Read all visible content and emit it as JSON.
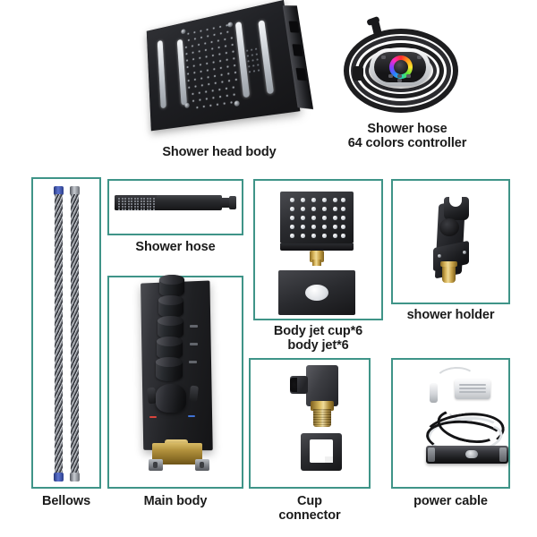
{
  "page": {
    "title": "Shower System Parts Diagram",
    "background_color": "#ffffff",
    "box_border_color": "#3f9488",
    "label_color": "#1b1b1b"
  },
  "parts": [
    {
      "id": "shower-head-body",
      "label": "Shower head body",
      "boxed": false,
      "icon": "shower-head-panel-icon",
      "colors": {
        "body": "#1f2023",
        "light_strip": "#e6e9ec",
        "nozzle": "#9aa0a8"
      },
      "detail": {
        "light_bars": 4,
        "nozzle_rows": 13,
        "nozzle_cols": 13,
        "corner_screws": 4
      }
    },
    {
      "id": "shower-hose-controller",
      "label": "Shower hose\n64 colors controller",
      "boxed": false,
      "icon": "coiled-hose-rgb-remote-icon",
      "colors": {
        "hose": "#1d1d1f",
        "remote_shell": "#e3e5e8",
        "remote_face": "#202124"
      },
      "detail": {
        "coil_loops": 4,
        "color_wheel": true,
        "buttons": 6
      }
    },
    {
      "id": "bellows",
      "label": "Bellows",
      "boxed": true,
      "icon": "braided-flex-hose-icon",
      "colors": {
        "braid": "#c9ccd1",
        "cap_hot": "#3d51a8",
        "cap_cold": "#9aa0a7"
      },
      "detail": {
        "count": 2
      }
    },
    {
      "id": "shower-hose-wand",
      "label": "Shower hose",
      "boxed": true,
      "icon": "handheld-shower-wand-icon",
      "colors": {
        "body": "#26272b",
        "nozzle": "#7d8188"
      },
      "detail": {
        "nozzle_rows": 5,
        "nozzle_cols": 12
      }
    },
    {
      "id": "body-jet",
      "label": "Body jet cup*6\nbody jet*6",
      "boxed": true,
      "icon": "square-body-jet-icon",
      "colors": {
        "face": "#2c2d31",
        "nozzle": "#ffffff",
        "stem": "#c8a349"
      },
      "detail": {
        "jet_rows": 5,
        "jet_cols": 6,
        "cup_hole": true,
        "quantity": 6
      }
    },
    {
      "id": "shower-holder",
      "label": "shower holder",
      "boxed": true,
      "icon": "wall-shower-holder-icon",
      "colors": {
        "bracket": "#202125",
        "outlet": "#c8a349"
      },
      "detail": {
        "screws": 2,
        "cradle": "u-shaped"
      }
    },
    {
      "id": "main-body",
      "label": "Main body",
      "boxed": true,
      "icon": "thermostatic-mixer-valve-icon",
      "colors": {
        "panel": "#1f2023",
        "valve": "#b1903c",
        "led_hot": "#d9443c",
        "led_cold": "#3f72d4"
      },
      "detail": {
        "small_knobs": 5,
        "large_knobs": 1,
        "indicator_marks": 3,
        "brackets": 2
      }
    },
    {
      "id": "cup-connector",
      "label": "Cup\nconnector",
      "boxed": true,
      "icon": "elbow-connector-icon",
      "colors": {
        "body": "#3d3e43",
        "thread": "#d8b95c",
        "frame": "#2b2c30"
      },
      "detail": {
        "frame_square": true
      }
    },
    {
      "id": "power-cable",
      "label": "power cable",
      "boxed": true,
      "icon": "power-supply-cable-icon",
      "colors": {
        "adapter": "#eef0f2",
        "cable_black": "#141416",
        "cable_white": "#dfe2e5",
        "module": "#36373c"
      },
      "detail": {
        "adapter": true,
        "cable_bundle": true,
        "driver_module": true
      }
    }
  ]
}
